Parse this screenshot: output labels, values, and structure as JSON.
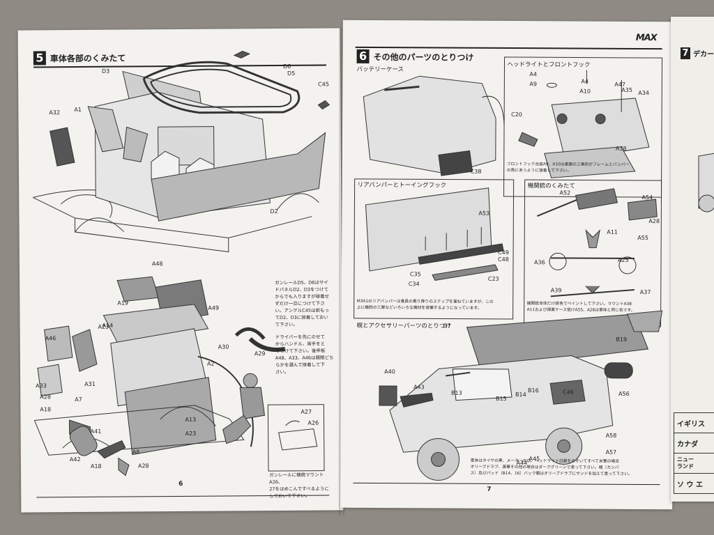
{
  "left_page": {
    "step_number": "5",
    "step_title": "車体各部のくみたて",
    "page_number": "6",
    "labels": [
      "D3",
      "A1",
      "A32",
      "D6",
      "D5",
      "C45",
      "D2",
      "A48",
      "A49",
      "A19",
      "A14",
      "A46",
      "A23",
      "A30",
      "A2",
      "A29",
      "A33",
      "A31",
      "A7",
      "A28",
      "A18",
      "A41",
      "A42",
      "A18",
      "A8",
      "A28",
      "A13",
      "A23",
      "A27",
      "A26"
    ],
    "note1": "ガンレールD5、D6はサイ\nドパネルD2、D3をつけて\nからでも入りますが接着せ\nずだけ一旦につけて下さ\nい。アングルC45は前もっ\nてD2、D3に接着しておい\nて下さい。",
    "note2": "ドライバーを先にのせて\nからハンドル、両手をと\nりつけて下さい。後甲板\nA48、A33、A46は開閉どち\nらかを選んで接着して下\nさい。",
    "note3": "ガンレールに機銃マウントA26、\n27をはめこんですべるように\nしておいて下さい。"
  },
  "right_page": {
    "step_number": "6",
    "step_title": "その他のパーツのとりつけ",
    "page_number": "7",
    "logo": "MAX",
    "battery_title": "バッテリーケース",
    "battery_labels": [
      "C38"
    ],
    "headlight_title": "ヘッドライトとフロントフック",
    "headlight_labels": [
      "A4",
      "A9",
      "A4",
      "A10",
      "A47",
      "A35",
      "A34",
      "C20",
      "A38"
    ],
    "headlight_note": "フロントフック台座A9、A10は裏面の三角形がフレームとバンパー\nの角にあうように接着して下さい。",
    "bumper_title": "リアバンパーとトーイングフック",
    "bumper_labels": [
      "A53",
      "C49",
      "C48",
      "C35",
      "C34",
      "C23"
    ],
    "bumper_note": "M3A1のリアバンパーは乗員の乗り降りのステップを兼ねていますが、この\n上に機銃の三脚などいろいろな機材を装備するようになっています。",
    "mg_title": "機関銃のくみたて",
    "mg_labels": [
      "A52",
      "A54",
      "A28",
      "A11",
      "A55",
      "A36",
      "A25",
      "A39",
      "A37"
    ],
    "mg_note": "機関銃本体だけ鉄色でペイントして下さい。マウントA38\nA11および弾薬ケース受けA55、A28は車体と同じ色です。",
    "canvas_title": "幌とアクセサリーパーツのとりつけ",
    "canvas_labels": [
      "D7",
      "A40",
      "A43",
      "B13",
      "B15",
      "B14",
      "B16",
      "C46",
      "B19",
      "A56",
      "A58",
      "A57",
      "A44",
      "A45"
    ],
    "paint_note": "車体はタイヤの黒、メーターの白、ヘッドライト白銀をのぞいてすべて米軍の場合\nオリーブドラブ、英軍その他の場合はダークグリーンで塗って下さい。幌（カンバ\nス）及びパッド（B14、16）バック類はオリーブドラブにサンドを加えて塗って下さい。"
  },
  "far_page": {
    "step_number": "7",
    "step_title": "デカール",
    "table_rows": [
      "イギリス",
      "カナダ",
      "ニュー\nランド",
      "ソ ウ エ"
    ]
  }
}
